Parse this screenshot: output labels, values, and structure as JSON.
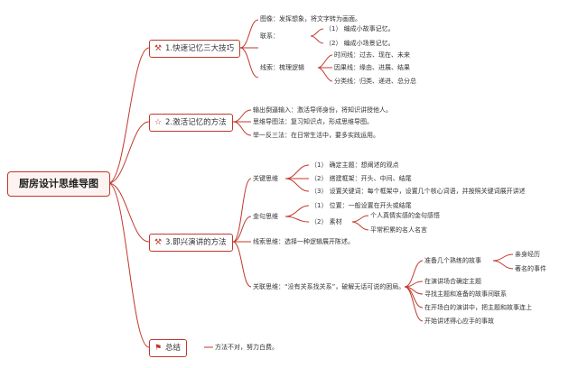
{
  "root": {
    "title": "厨房设计思维导图"
  },
  "branches": [
    {
      "label": "1.快速记忆三大技巧",
      "icon": "tools-icon",
      "items": {
        "image": "图像：发挥想象，将文字转为画面。",
        "assoc": "联系：",
        "assoc_1": "（1） 编成小故事记忆。",
        "assoc_2": "（2） 编成小场景记忆。",
        "line": "线索：梳理逻辑",
        "line_1": "时间线：过去、现在、未来",
        "line_2": "因果线：缘由、进展、结果",
        "line_3": "分类线：归类、递进、总分总"
      }
    },
    {
      "label": "2.激活记忆的方法",
      "icon": "star-outline-icon",
      "items": {
        "a": "输出倒逼输入：激活导师身份，将知识讲授他人。",
        "b": "思维导图法：复习知识点，形成思维导图。",
        "c": "举一反三法：在日常生活中，要多实践运用。"
      }
    },
    {
      "label": "3.即兴演讲的方法",
      "icon": "tools-icon",
      "items": {
        "key": "关键思维",
        "key_1": "（1） 确定主题：想阐述的观点",
        "key_2": "（2） 搭建框架：开头、中间、结尾",
        "key_3": "（3） 设置关键词：每个框架中，设置几个核心词语，并按照关键词展开讲述",
        "gold": "金句思维",
        "gold_1": "（1） 位置：一般设置在开头或结尾",
        "gold_2": "（2） 素材",
        "gold_2a": "个人真情实感的金句感悟",
        "gold_2b": "平常积累的名人名言",
        "line": "线索思维：选择一种逻辑展开陈述。",
        "rel": "关联思维：“没有关系找关系”，破解无话可说的困局。",
        "rel_1": "准备几个熟练的故事",
        "rel_1a": "亲身经历",
        "rel_1b": "著名的事件",
        "rel_2": "在演讲场合确定主题",
        "rel_3": "寻找主题和准备的故事间联系",
        "rel_4": "在开场白的演讲中，把主题和故事连上",
        "rel_5": "开始讲述得心应手的事故"
      }
    },
    {
      "label": "总结",
      "icon": "flag-icon",
      "items": {
        "a": "方法不对，努力白费。"
      }
    }
  ],
  "colors": {
    "line": "#c0392b",
    "accent": "#c0392b",
    "flag": "#c0392b"
  }
}
